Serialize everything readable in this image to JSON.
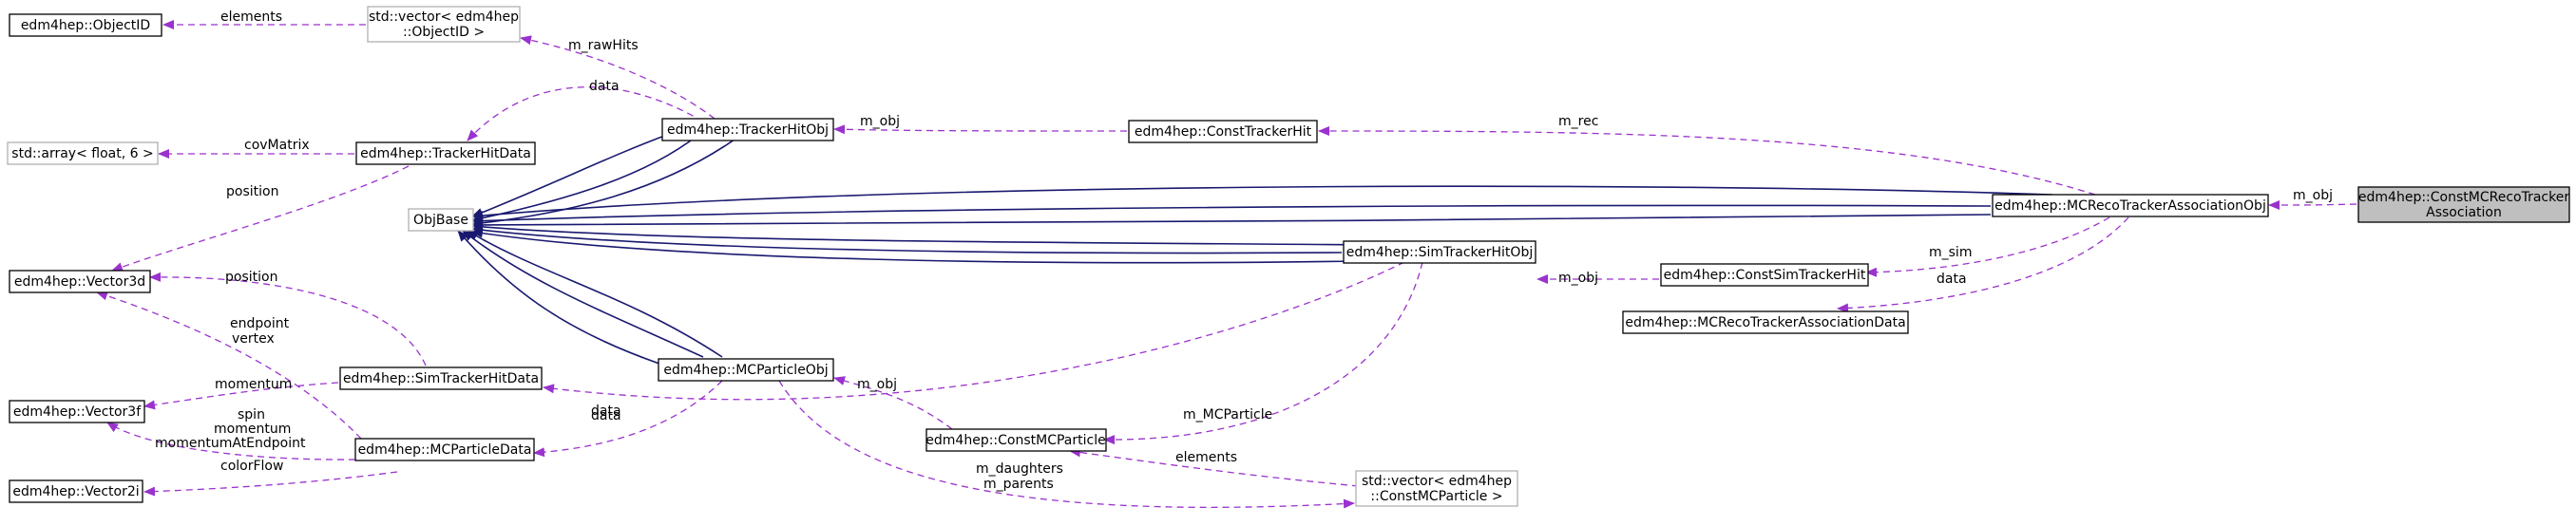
{
  "nodes": {
    "focus": {
      "line1": "edm4hep::ConstMCRecoTracker",
      "line2": "Association"
    },
    "assocObj": "edm4hep::MCRecoTrackerAssociationObj",
    "assocData": "edm4hep::MCRecoTrackerAssociationData",
    "constSimTrackerHit": "edm4hep::ConstSimTrackerHit",
    "constTrackerHit": "edm4hep::ConstTrackerHit",
    "trackerHitObj": "edm4hep::TrackerHitObj",
    "trackerHitData": "edm4hep::TrackerHitData",
    "simTrackerHitObj": "edm4hep::SimTrackerHitObj",
    "simTrackerHitData": "edm4hep::SimTrackerHitData",
    "mcParticleObj": "edm4hep::MCParticleObj",
    "mcParticleData": "edm4hep::MCParticleData",
    "constMCParticle": "edm4hep::ConstMCParticle",
    "objBase": "ObjBase",
    "objectID": "edm4hep::ObjectID",
    "vectorObjectID": {
      "line1": "std::vector< edm4hep",
      "line2": "::ObjectID >"
    },
    "arrayFloat6": "std::array< float, 6 >",
    "vector3d": "edm4hep::Vector3d",
    "vector3f": "edm4hep::Vector3f",
    "vector2i": "edm4hep::Vector2i",
    "vectorConstMCParticle": {
      "line1": "std::vector< edm4hep",
      "line2": "::ConstMCParticle >"
    }
  },
  "edge_labels": {
    "m_obj": "m_obj",
    "m_rec": "m_rec",
    "m_sim": "m_sim",
    "data": "data",
    "m_rawHits": "m_rawHits",
    "elements": "elements",
    "covMatrix": "covMatrix",
    "position": "position",
    "endpoint": "endpoint",
    "vertex": "vertex",
    "momentum": "momentum",
    "spin": "spin",
    "momentumAtEndpoint": "momentumAtEndpoint",
    "colorFlow": "colorFlow",
    "m_MCParticle": "m_MCParticle",
    "m_daughters": "m_daughters",
    "m_parents": "m_parents"
  },
  "colors": {
    "inheritance_edge": "#191970",
    "member_edge": "#9a32cd",
    "focus_fill": "#bfbfbf",
    "gray_border": "#b0b0b0"
  }
}
